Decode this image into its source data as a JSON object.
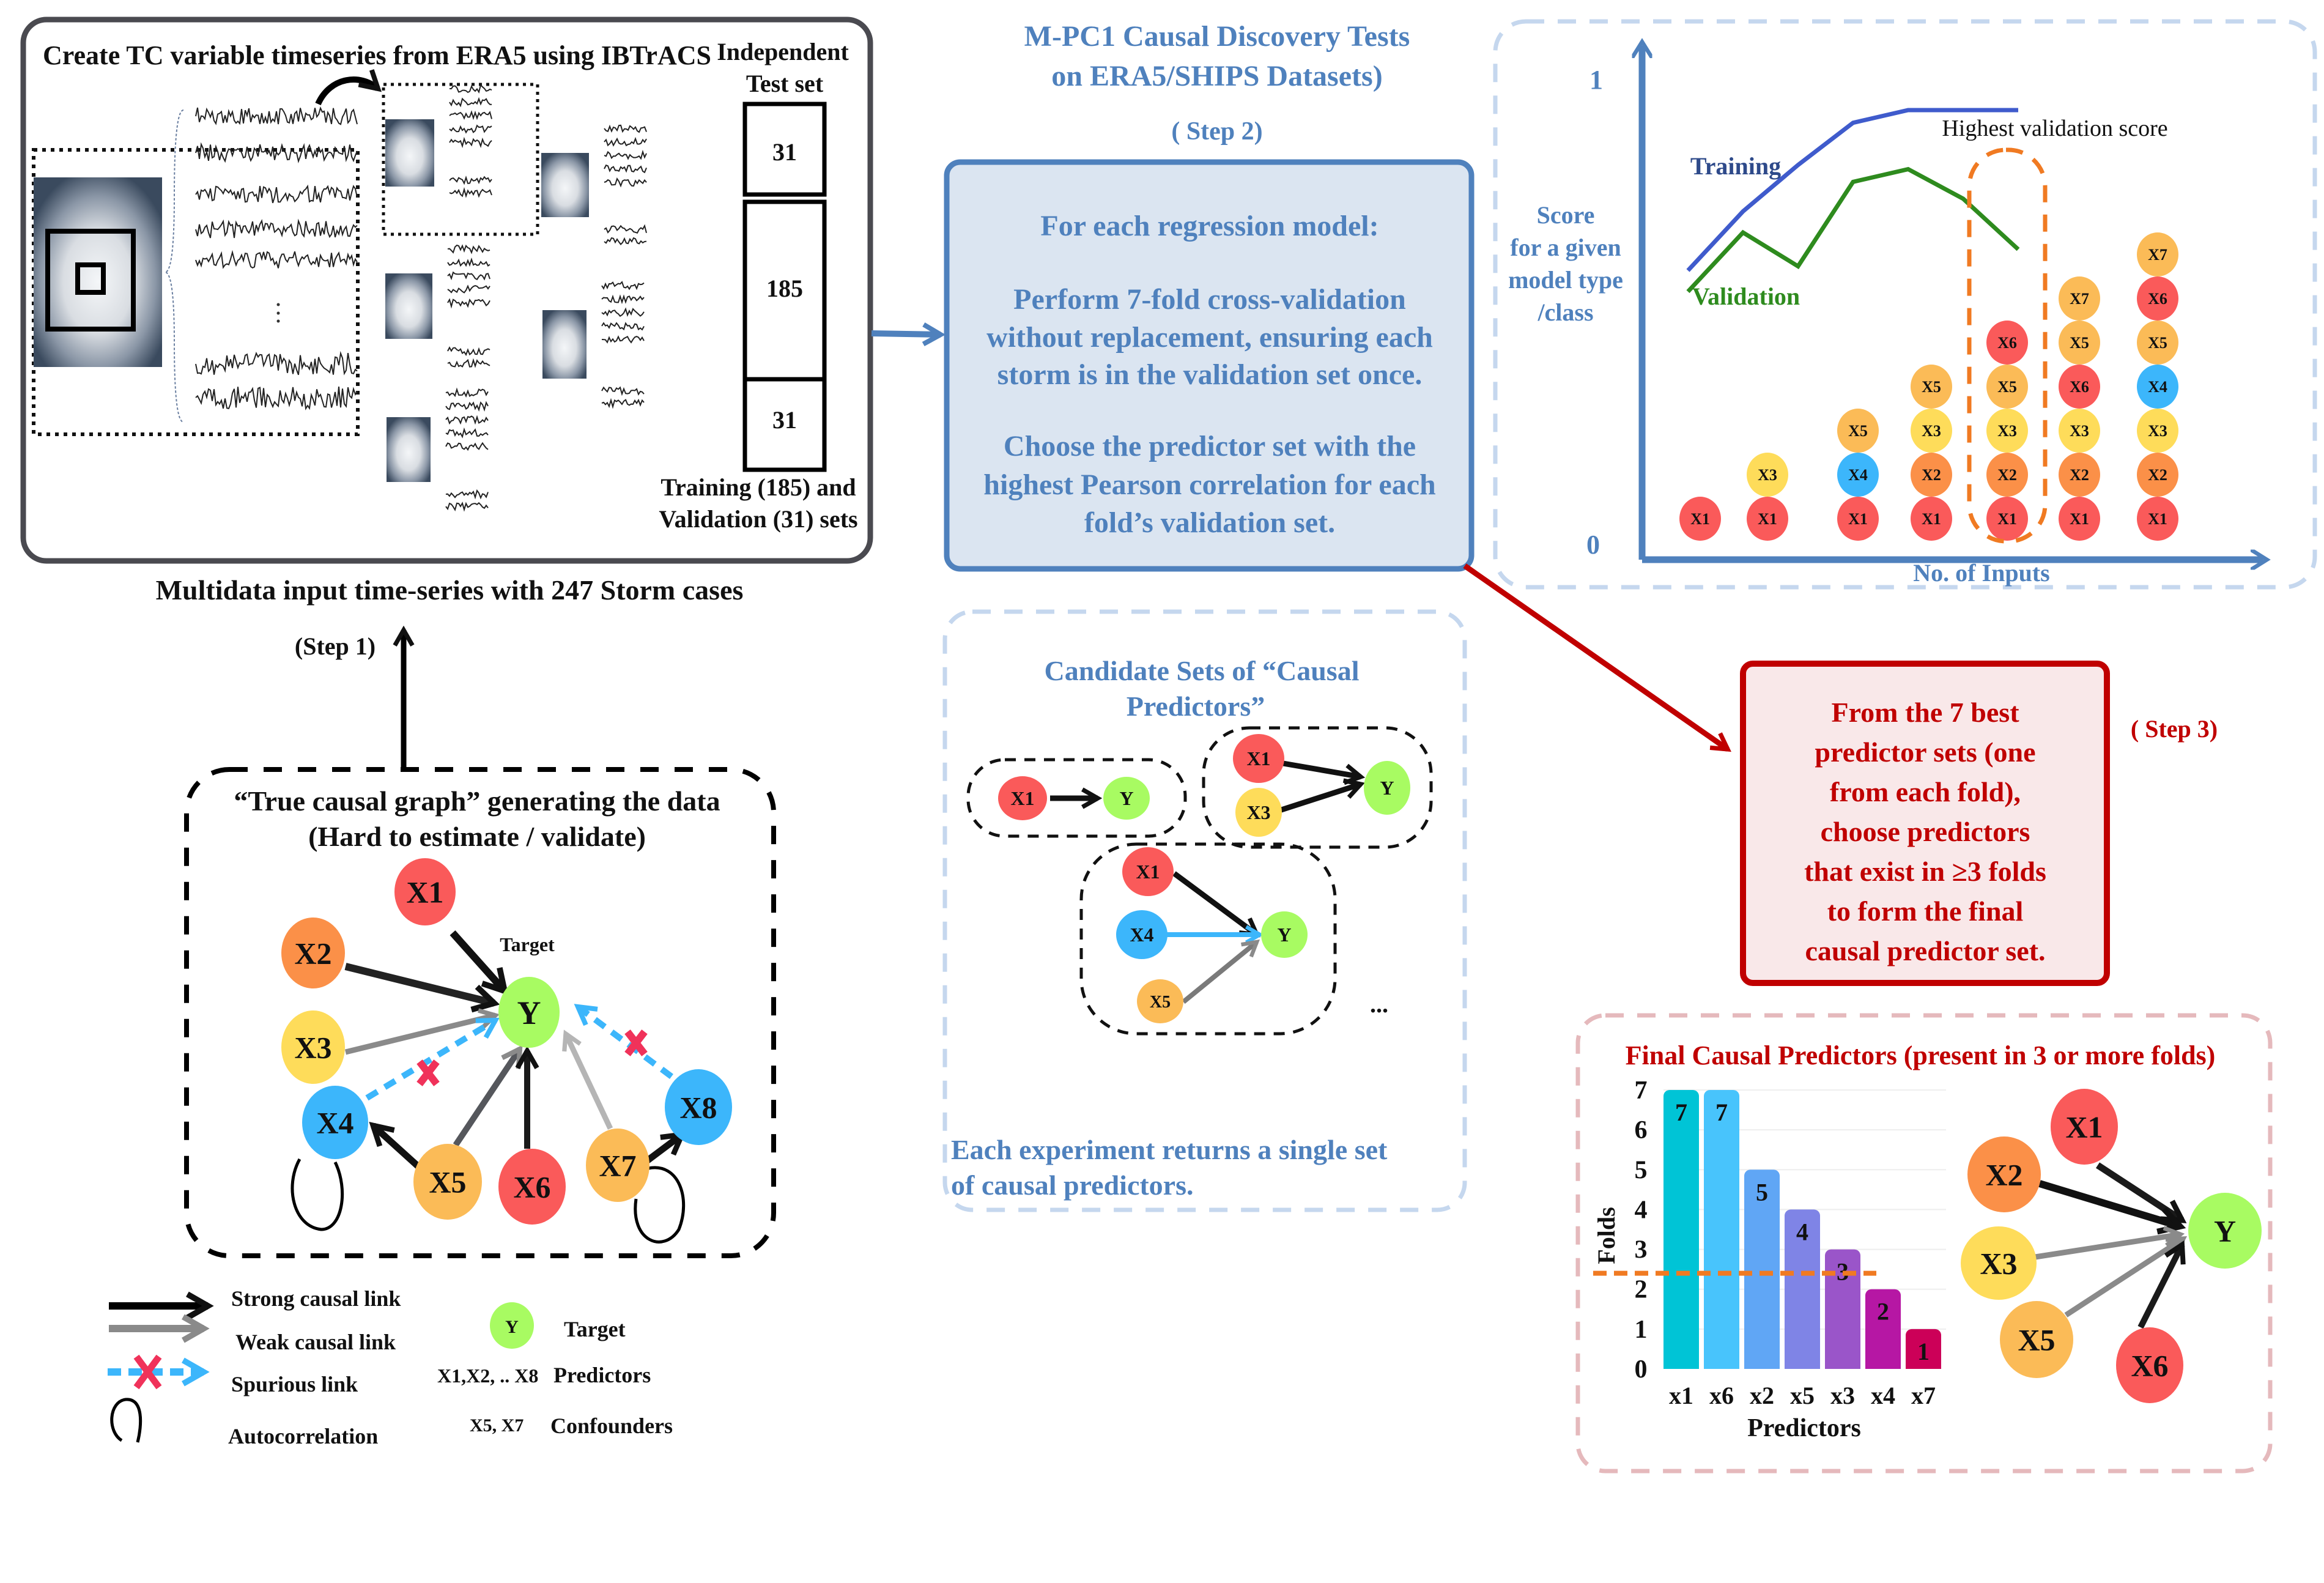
{
  "colors": {
    "x1": "#fa5a5a",
    "x2": "#fb9048",
    "x3": "#fedc5a",
    "x4": "#3cb6fb",
    "x5": "#fbbb57",
    "x6": "#fa5a5a",
    "x7": "#fbbb57",
    "x8": "#3cb6fb",
    "y": "#a8fb62",
    "accent_blue": "#4f81bd",
    "accent_red": "#c00000",
    "training_line": "#3f5bcc",
    "validation_line": "#2e8b1e",
    "highlight_orange": "#f07a22"
  },
  "step1": {
    "panel_title": "Create TC variable timeseries from ERA5 using IBTrACS",
    "independent_label_1": "Independent",
    "independent_label_2": "Test set",
    "split_counts": [
      "31",
      "185",
      "31"
    ],
    "split_caption_1": "Training (185) and",
    "split_caption_2": "Validation (31) sets",
    "caption": "Multidata input time-series with 247 Storm cases",
    "step_label": "(Step 1)"
  },
  "true_graph": {
    "title_1": "“True causal graph”  generating the data",
    "title_2": "(Hard to estimate / validate)",
    "target_label": "Target",
    "nodes": [
      "X1",
      "X2",
      "X3",
      "X4",
      "X5",
      "X6",
      "X7",
      "X8",
      "Y"
    ]
  },
  "legend": {
    "strong": "Strong causal link",
    "weak": "Weak causal link",
    "spurious": "Spurious link",
    "autocorrelation": "Autocorrelation",
    "target_node": "Y",
    "target": "Target",
    "predictors_key": "X1,X2, .. X8",
    "predictors": "Predictors",
    "confounders_key": "X5, X7",
    "confounders": "Confounders"
  },
  "step2": {
    "title_1": "M-PC1 Causal Discovery Tests",
    "title_2": "on ERA5/SHIPS Datasets)",
    "step_label": "( Step 2)",
    "box_lines": [
      "For each regression model:",
      "",
      "Perform 7-fold cross-validation",
      "without replacement, ensuring each",
      "storm is in the validation set once.",
      "",
      "Choose the predictor set with the",
      "highest Pearson correlation for each",
      "fold’s validation set."
    ]
  },
  "candidates": {
    "title_1": "Candidate Sets of “Causal",
    "title_2": "Predictors”",
    "sets": [
      {
        "inputs": [
          "X1"
        ],
        "target": "Y"
      },
      {
        "inputs": [
          "X1",
          "X3"
        ],
        "target": "Y"
      },
      {
        "inputs": [
          "X1",
          "X4",
          "X5"
        ],
        "target": "Y"
      }
    ],
    "ellipsis": "...",
    "footer_1": "Each experiment returns a single set",
    "footer_2": "of causal predictors."
  },
  "score_chart": {
    "y_label_lines": [
      "Score",
      "for a given",
      "model type",
      "/class"
    ],
    "y_tick_top": "1",
    "y_tick_bottom": "0",
    "x_label": "No. of Inputs",
    "training_label": "Training",
    "validation_label": "Validation",
    "highlight_label": "Highest validation score"
  },
  "step3": {
    "step_label": "( Step 3)",
    "box_lines": [
      "From the 7 best",
      "predictor sets (one",
      "from each fold),",
      "choose predictors",
      "that exist in ≥3 folds",
      "to form the final",
      "causal predictor set."
    ]
  },
  "final": {
    "title": "Final Causal Predictors (present in 3 or more folds)",
    "graph_nodes": [
      "X1",
      "X2",
      "X3",
      "X5",
      "X6",
      "Y"
    ]
  },
  "chart_data": [
    {
      "type": "line",
      "title": "",
      "xlabel": "No. of Inputs",
      "ylabel": "Score for a given model type /class",
      "ylim": [
        0,
        1
      ],
      "x": [
        1,
        2,
        3,
        4,
        5,
        6,
        7
      ],
      "series": [
        {
          "name": "Training",
          "values": [
            0.62,
            0.76,
            0.87,
            0.97,
            1.0,
            1.0,
            1.0
          ]
        },
        {
          "name": "Validation",
          "values": [
            0.57,
            0.71,
            0.63,
            0.83,
            0.86,
            0.79,
            0.67
          ]
        }
      ],
      "stacks": [
        [
          "X1"
        ],
        [
          "X1",
          "X3"
        ],
        [
          "X1",
          "X4",
          "X5"
        ],
        [
          "X1",
          "X2",
          "X3",
          "X5"
        ],
        [
          "X1",
          "X2",
          "X3",
          "X5",
          "X6"
        ],
        [
          "X1",
          "X2",
          "X3",
          "X6",
          "X5",
          "X7"
        ],
        [
          "X1",
          "X2",
          "X3",
          "X4",
          "X5",
          "X6",
          "X7"
        ]
      ],
      "highlight_index": 4,
      "annotations": [
        "Highest validation score"
      ],
      "grid": false
    },
    {
      "type": "bar",
      "title": "Final Causal Predictors (present in 3 or more folds)",
      "xlabel": "Predictors",
      "ylabel": "Folds",
      "categories": [
        "x1",
        "x6",
        "x2",
        "x5",
        "x3",
        "x4",
        "x7"
      ],
      "values": [
        7,
        7,
        5,
        4,
        3,
        2,
        1
      ],
      "bar_colors": [
        "#00c4d6",
        "#48c4fc",
        "#60a6f5",
        "#7f84e6",
        "#9a55c9",
        "#b617a4",
        "#cc0058"
      ],
      "ylim": [
        0,
        7
      ],
      "yticks": [
        "0",
        "1",
        "2",
        "3",
        "4",
        "5",
        "6",
        "7"
      ],
      "threshold": 2.4,
      "grid": true
    }
  ]
}
